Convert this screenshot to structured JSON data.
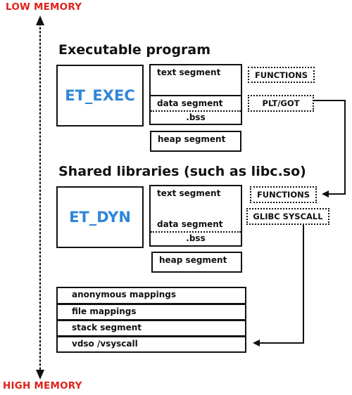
{
  "memory_axis": {
    "low_label": "LOW MEMORY",
    "high_label": "HIGH MEMORY",
    "color": "#e0201a"
  },
  "executable": {
    "heading": "Executable program",
    "type_label": "ET_EXEC",
    "segments": {
      "text": "text segment",
      "data": "data segment",
      "bss": ".bss",
      "heap": "heap segment"
    },
    "tags": {
      "functions": "FUNCTIONS",
      "plt_got": "PLT/GOT"
    }
  },
  "shared": {
    "heading": "Shared libraries (such as libc.so)",
    "type_label": "ET_DYN",
    "segments": {
      "text": "text segment",
      "data": "data segment",
      "bss": ".bss",
      "heap": "heap segment"
    },
    "tags": {
      "functions": "FUNCTIONS",
      "glibc_syscall": "GLIBC SYSCALL"
    }
  },
  "mappings": [
    "anonymous mappings",
    "file mappings",
    "stack segment",
    "vdso /vsyscall"
  ],
  "colors": {
    "accent_blue": "#2f86d9",
    "line": "#111111"
  }
}
